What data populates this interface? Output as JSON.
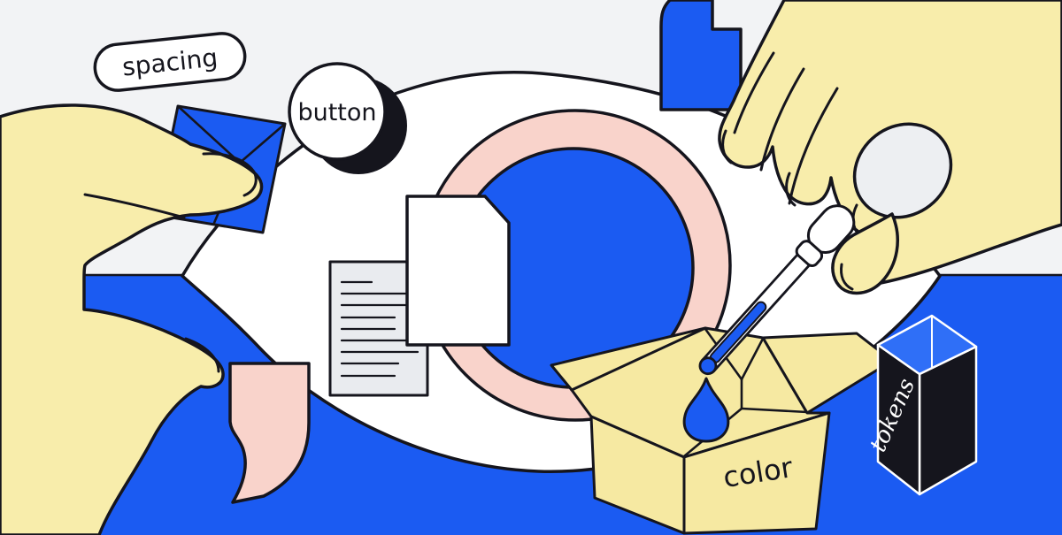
{
  "illustration": {
    "labels": {
      "spacing": "spacing",
      "button": "button",
      "color": "color",
      "tokens": "tokens"
    },
    "colors": {
      "background-top": "#f2f3f5",
      "background-bottom": "#1b5bf2",
      "accent-blue": "#1b5bf2",
      "tokens-top-blue": "#2f6ff7",
      "cream": "#f8edab",
      "box-cream": "#f6e9a2",
      "pink": "#f9d3cb",
      "ink": "#15151d",
      "paper-gray": "#e9ebef",
      "hole-gray": "#edeff2",
      "white": "#ffffff"
    }
  }
}
